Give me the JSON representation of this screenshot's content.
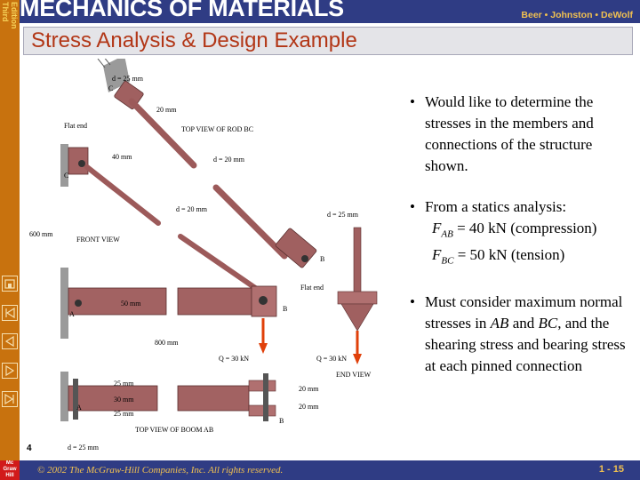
{
  "header": {
    "course_title": "MECHANICS OF MATERIALS",
    "edition_line1": "Third",
    "edition_line2": "Edition",
    "authors": "Beer  •  Johnston  •  DeWolf"
  },
  "slide": {
    "title": "Stress Analysis & Design Example",
    "figure_page_number": "4"
  },
  "bullets": {
    "b1": "Would like to determine the stresses in the members and connections of the structure shown.",
    "b2": "From a statics analysis:",
    "b2_line1_var": "F",
    "b2_line1_sub": "AB",
    "b2_line1_rest": " = 40 kN (compression)",
    "b2_line2_var": "F",
    "b2_line2_sub": "BC",
    "b2_line2_rest": " = 50 kN (tension)",
    "b3_part1": "Must consider maximum normal stresses in ",
    "b3_ab": "AB",
    "b3_part2": " and ",
    "b3_bc": "BC",
    "b3_part3": ", and the shearing stress and bearing stress at each pinned connection"
  },
  "diagram": {
    "d25_top": "d = 25 mm",
    "label_c_top": "C",
    "dim_20mm_top": "20 mm",
    "flat_end_top": "Flat end",
    "top_view_rod": "TOP VIEW OF ROD BC",
    "dim_40mm": "40 mm",
    "label_c_wall": "C",
    "d20_right": "d = 20 mm",
    "d20_mid": "d = 20 mm",
    "d25_right": "d = 25 mm",
    "dim_600mm": "600 mm",
    "front_view": "FRONT VIEW",
    "label_b_right": "B",
    "flat_end_b": "Flat end",
    "label_a_front": "A",
    "dim_50mm": "50 mm",
    "label_b_front": "B",
    "dim_800mm": "800 mm",
    "load_q1": "Q = 30 kN",
    "load_q2": "Q = 30 kN",
    "end_view": "END  VIEW",
    "dim_25mm_a": "25 mm",
    "dim_30mm": "30 mm",
    "dim_25mm_b": "25 mm",
    "label_a_boom": "A",
    "dim_20mm_boom1": "20 mm",
    "dim_20mm_boom2": "20 mm",
    "label_b_boom": "B",
    "top_view_boom": "TOP  VIEW OF BOOM AB",
    "d25_bottom": "d = 25 mm"
  },
  "footer": {
    "copyright": "© 2002 The McGraw-Hill Companies, Inc. All rights reserved.",
    "slide_number": "1 - 15"
  },
  "logo": {
    "line1": "Mc",
    "line2": "Graw",
    "line3": "Hill"
  },
  "nav": {
    "icons": [
      "home-icon",
      "first-slide-icon",
      "previous-slide-icon",
      "next-slide-icon",
      "last-slide-icon"
    ]
  },
  "colors": {
    "sidebar": "#c8720e",
    "topbar": "#2f3c84",
    "title_red": "#b23616",
    "accent_gold": "#f0c050",
    "rod": "#9c5a5a",
    "load_arrow": "#e0400a"
  }
}
